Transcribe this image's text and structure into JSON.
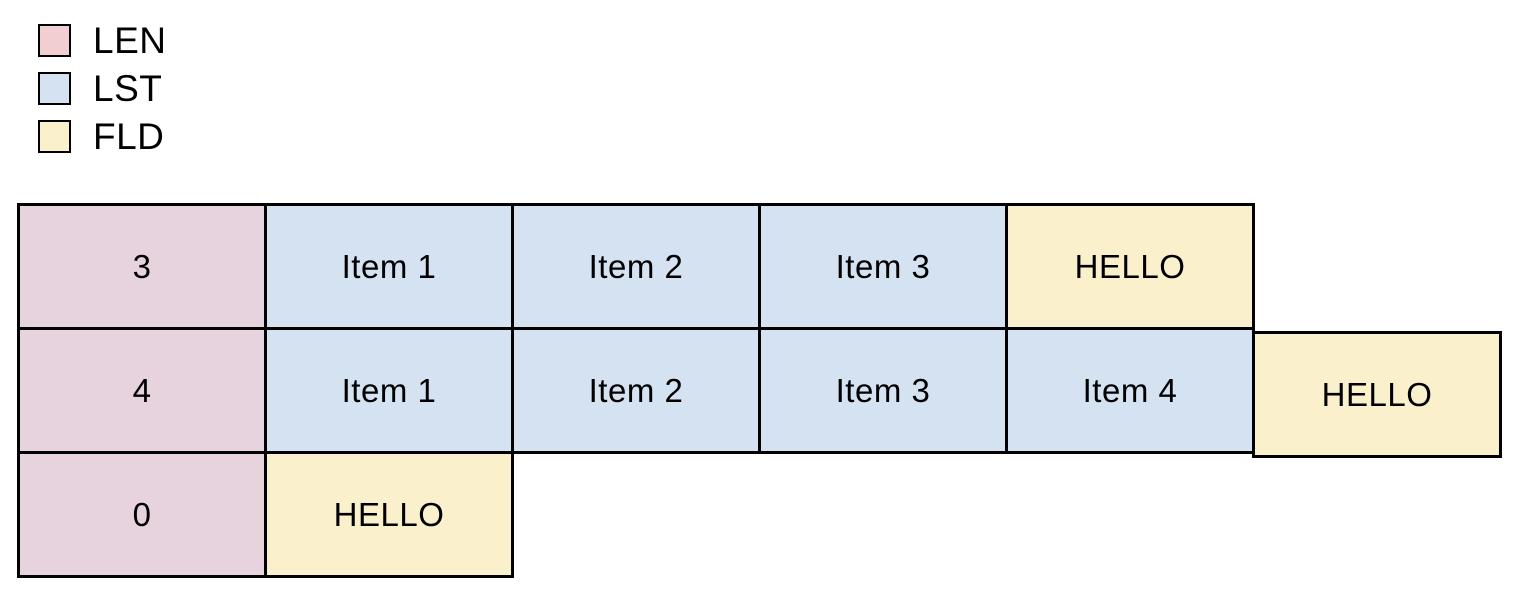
{
  "legend": {
    "items": [
      {
        "id": "LEN",
        "label": "LEN"
      },
      {
        "id": "LST",
        "label": "LST"
      },
      {
        "id": "FLD",
        "label": "FLD"
      }
    ]
  },
  "grid": {
    "rows": [
      {
        "cells": [
          {
            "type": "LEN",
            "label": "3"
          },
          {
            "type": "LST",
            "label": "Item 1"
          },
          {
            "type": "LST",
            "label": "Item 2"
          },
          {
            "type": "LST",
            "label": "Item 3"
          },
          {
            "type": "FLD",
            "label": "HELLO"
          }
        ]
      },
      {
        "cells": [
          {
            "type": "LEN",
            "label": "4"
          },
          {
            "type": "LST",
            "label": "Item 1"
          },
          {
            "type": "LST",
            "label": "Item 2"
          },
          {
            "type": "LST",
            "label": "Item 3"
          },
          {
            "type": "LST",
            "label": "Item 4"
          },
          {
            "type": "FLD",
            "label": "HELLO",
            "offset_down": true
          }
        ]
      },
      {
        "cells": [
          {
            "type": "LEN",
            "label": "0"
          },
          {
            "type": "FLD",
            "label": "HELLO"
          }
        ]
      }
    ]
  },
  "colors": {
    "len_legend": "#f0ced2",
    "len_cell": "#e7d3de",
    "lst": "#d5e2f2",
    "fld": "#faf0cc",
    "border": "#000000"
  }
}
